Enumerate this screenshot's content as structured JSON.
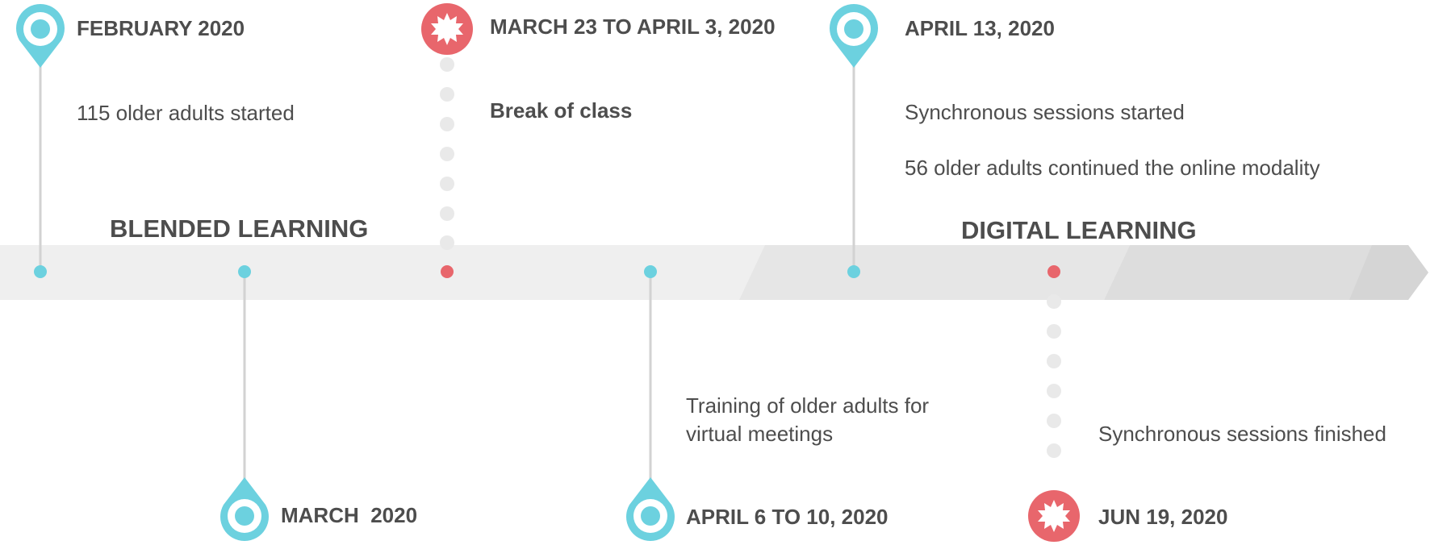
{
  "colors": {
    "teal": "#6cd1df",
    "coral": "#e8666c",
    "band_light": "#efefef",
    "band_mid": "#e6e6e6",
    "band_dark": "#dadada",
    "stem": "#d2d2d2",
    "dots": "#e9e9e9",
    "text": "#4d4d4d"
  },
  "phases": {
    "blended": "BLENDED LEARNING",
    "digital": "DIGITAL LEARNING"
  },
  "events": {
    "feb": {
      "date": "FEBRUARY 2020",
      "desc": "115 older adults started",
      "icon": "map-pin-icon"
    },
    "mar": {
      "date": "MARCH  2020",
      "icon": "map-pin-icon"
    },
    "break": {
      "date": "MARCH 23 TO APRIL 3, 2020",
      "desc": "Break of class",
      "icon": "burst-icon"
    },
    "train": {
      "date": "APRIL 6 TO 10, 2020",
      "desc_line1": "Training of older adults for",
      "desc_line2": "virtual meetings",
      "icon": "map-pin-icon"
    },
    "apr13": {
      "date": "APRIL 13, 2020",
      "desc1": "Synchronous sessions started",
      "desc2": "56 older adults continued the online modality",
      "icon": "map-pin-icon"
    },
    "jun": {
      "date": "JUN 19, 2020",
      "desc": "Synchronous sessions finished",
      "icon": "burst-icon"
    }
  }
}
